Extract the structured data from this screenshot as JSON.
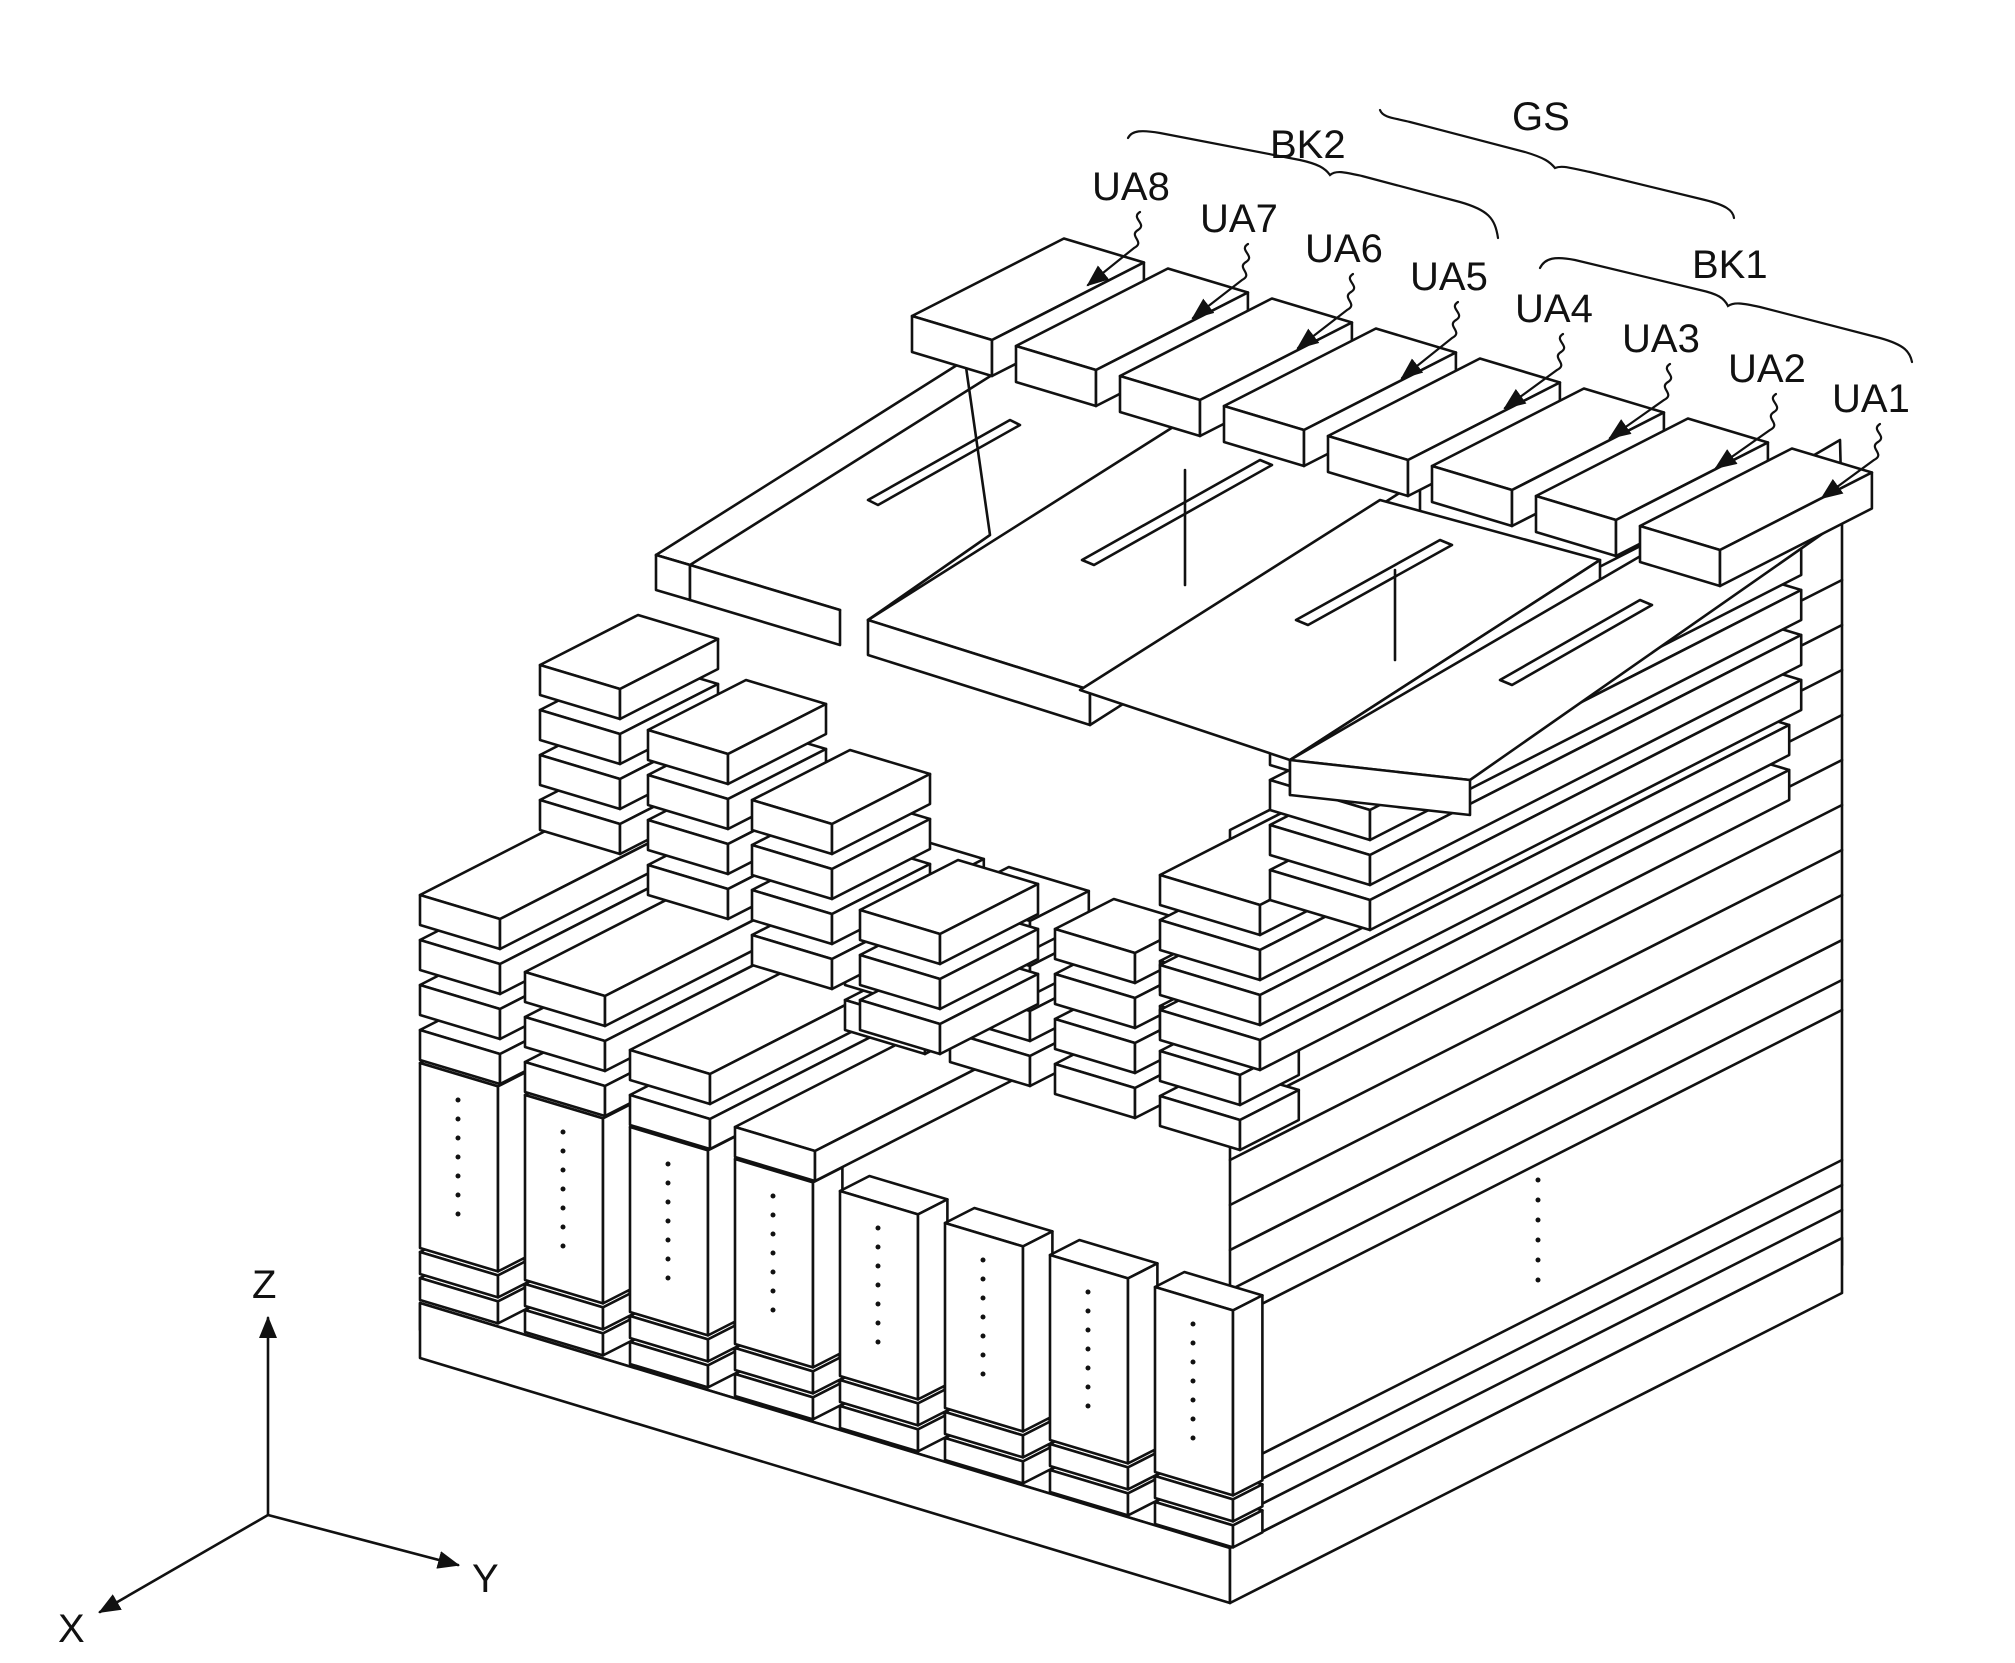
{
  "labels": {
    "gs": "GS",
    "bk2": "BK2",
    "bk1": "BK1",
    "ua": [
      "UA8",
      "UA7",
      "UA6",
      "UA5",
      "UA4",
      "UA3",
      "UA2",
      "UA1"
    ]
  },
  "axes": {
    "z": "Z",
    "y": "Y",
    "x": "X"
  }
}
